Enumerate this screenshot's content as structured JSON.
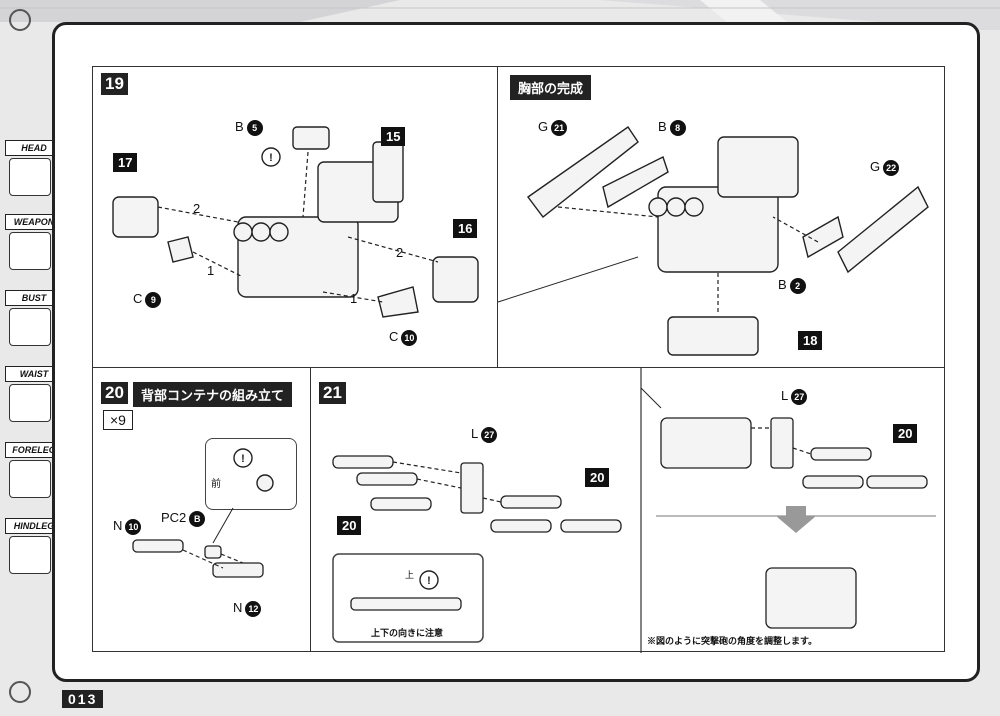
{
  "page_number": "013",
  "sidebar": {
    "items": [
      {
        "label": "HEAD"
      },
      {
        "label": "WEAPON"
      },
      {
        "label": "BUST"
      },
      {
        "label": "WAIST"
      },
      {
        "label": "FORELEG"
      },
      {
        "label": "HINDLEG"
      }
    ]
  },
  "step19": {
    "number": "19",
    "parts": {
      "b5_letter": "B",
      "b5_num": "5",
      "p15": "15",
      "p16": "16",
      "p17": "17",
      "c9_letter": "C",
      "c9_num": "9",
      "c10_letter": "C",
      "c10_num": "10"
    },
    "arrow_labels": [
      "2",
      "1",
      "2",
      "1"
    ]
  },
  "chest": {
    "title": "胸部の完成",
    "parts": {
      "g21_letter": "G",
      "g21_num": "21",
      "b8_letter": "B",
      "b8_num": "8",
      "g22_letter": "G",
      "g22_num": "22",
      "b2_letter": "B",
      "b2_num": "2",
      "p18": "18"
    }
  },
  "step20": {
    "number": "20",
    "title": "背部コンテナの組み立て",
    "multiplier": "×9",
    "parts": {
      "n10_letter": "N",
      "n10_num": "10",
      "pc2_letter": "PC2",
      "pc2_part": "B",
      "n12_letter": "N",
      "n12_num": "12"
    },
    "front_label": "前"
  },
  "step21": {
    "number": "21",
    "parts": {
      "l27_letter": "L",
      "l27_num": "27",
      "p20a": "20",
      "p20b": "20",
      "l27b_letter": "L",
      "l27b_num": "27",
      "p20c": "20"
    },
    "up_label": "上",
    "caution": "上下の向きに注意",
    "note": "※図のように突撃砲の角度を調整します。"
  }
}
